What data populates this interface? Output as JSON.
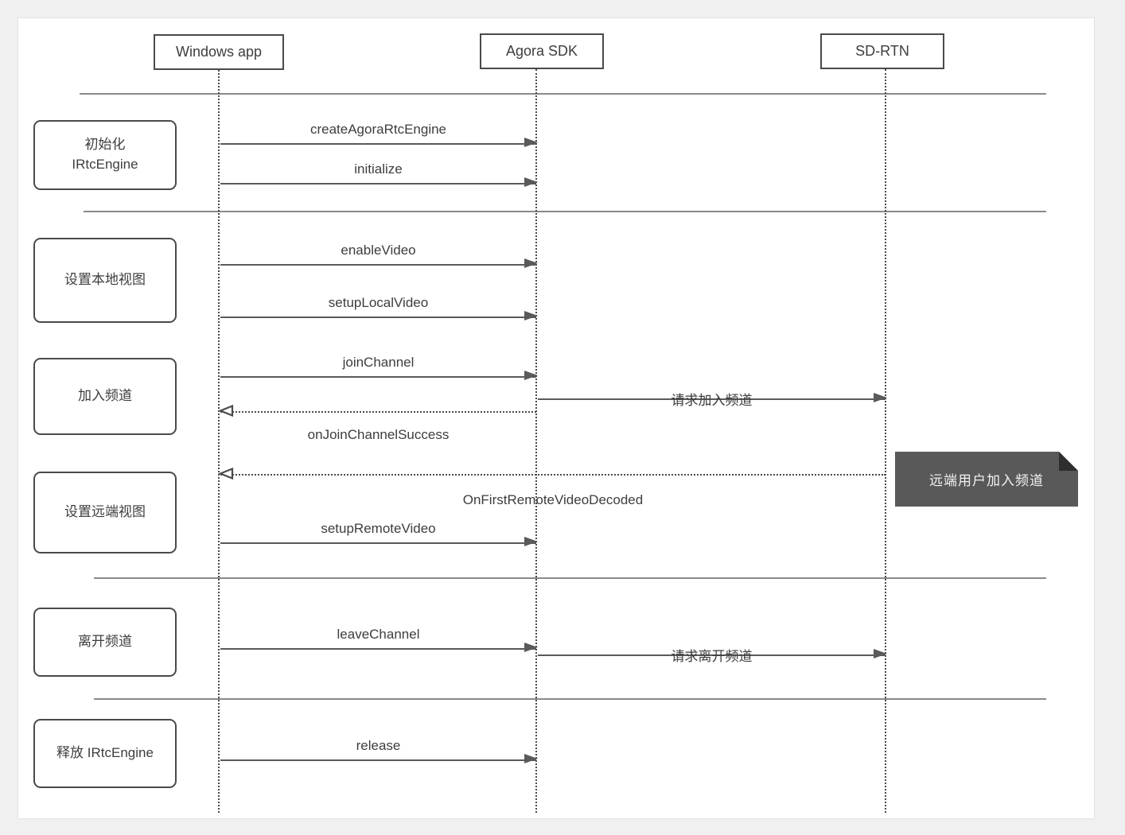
{
  "diagram": {
    "type": "sequence-diagram",
    "participants": [
      {
        "id": "windows-app",
        "label": "Windows app"
      },
      {
        "id": "agora-sdk",
        "label": "Agora SDK"
      },
      {
        "id": "sd-rtn",
        "label": "SD-RTN"
      }
    ],
    "phases": [
      {
        "id": "init",
        "label": "初始化\nIRtcEngine"
      },
      {
        "id": "setup-local-view",
        "label": "设置本地视图"
      },
      {
        "id": "join-channel",
        "label": "加入频道"
      },
      {
        "id": "setup-remote-view",
        "label": "设置远端视图"
      },
      {
        "id": "leave-channel",
        "label": "离开频道"
      },
      {
        "id": "release-engine",
        "label": "释放 IRtcEngine"
      }
    ],
    "messages": [
      {
        "label": "createAgoraRtcEngine",
        "from": "Windows app",
        "to": "Agora SDK",
        "line": "solid",
        "label_position": "above"
      },
      {
        "label": "initialize",
        "from": "Windows app",
        "to": "Agora SDK",
        "line": "solid",
        "label_position": "above"
      },
      {
        "label": "enableVideo",
        "from": "Windows app",
        "to": "Agora SDK",
        "line": "solid",
        "label_position": "above"
      },
      {
        "label": "setupLocalVideo",
        "from": "Windows app",
        "to": "Agora SDK",
        "line": "solid",
        "label_position": "above"
      },
      {
        "label": "joinChannel",
        "from": "Windows app",
        "to": "Agora SDK",
        "line": "solid",
        "label_position": "above"
      },
      {
        "label": "请求加入频道",
        "from": "Agora SDK",
        "to": "SD-RTN",
        "line": "solid",
        "label_position": "on-line"
      },
      {
        "label": "onJoinChannelSuccess",
        "from": "Agora SDK",
        "to": "Windows app",
        "line": "dotted",
        "label_position": "below"
      },
      {
        "label": "OnFirstRemoteVideoDecoded",
        "from": "SD-RTN",
        "to": "Windows app",
        "line": "dotted",
        "label_position": "below"
      },
      {
        "label": "setupRemoteVideo",
        "from": "Windows app",
        "to": "Agora SDK",
        "line": "solid",
        "label_position": "above"
      },
      {
        "label": "leaveChannel",
        "from": "Windows app",
        "to": "Agora SDK",
        "line": "solid",
        "label_position": "above"
      },
      {
        "label": "请求离开频道",
        "from": "Agora SDK",
        "to": "SD-RTN",
        "line": "solid",
        "label_position": "on-line"
      },
      {
        "label": "release",
        "from": "Windows app",
        "to": "Agora SDK",
        "line": "solid",
        "label_position": "above"
      }
    ],
    "note": {
      "label": "远端用户加入频道",
      "attached_to": "SD-RTN"
    },
    "colors": {
      "page_background": "#f0f0f0",
      "panel_background": "#ffffff",
      "box_border": "#4a4a4a",
      "arrow_line": "#5a5a5a",
      "separator_line": "#8a8a8a",
      "text": "#3d3d3d",
      "note_background": "#595959",
      "note_fold": "#2e2e2e",
      "note_text": "#f2f2f2"
    }
  }
}
